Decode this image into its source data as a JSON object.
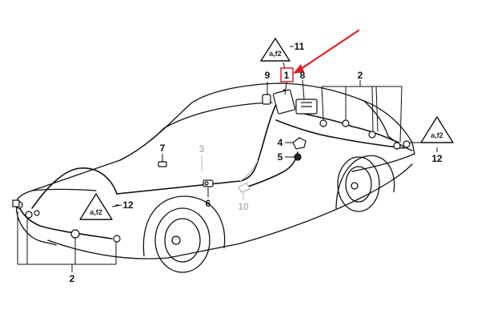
{
  "diagram": {
    "callouts": [
      {
        "id": "c1",
        "label": "1",
        "muted": false,
        "highlighted": true
      },
      {
        "id": "c2top",
        "label": "2",
        "muted": false
      },
      {
        "id": "c2bottom",
        "label": "2",
        "muted": false
      },
      {
        "id": "c3",
        "label": "3",
        "muted": true
      },
      {
        "id": "c4",
        "label": "4",
        "muted": false
      },
      {
        "id": "c5",
        "label": "5",
        "muted": false
      },
      {
        "id": "c6",
        "label": "6",
        "muted": false
      },
      {
        "id": "c7",
        "label": "7",
        "muted": false
      },
      {
        "id": "c8",
        "label": "8",
        "muted": false
      },
      {
        "id": "c9",
        "label": "9",
        "muted": false
      },
      {
        "id": "c10",
        "label": "10",
        "muted": true
      },
      {
        "id": "c11",
        "label": "11",
        "muted": false
      },
      {
        "id": "c12left",
        "label": "12",
        "muted": false
      },
      {
        "id": "c12right",
        "label": "12",
        "muted": false
      }
    ],
    "warning_sign_text": "a,f2",
    "colors": {
      "line": "#111111",
      "muted": "#b8b8b8",
      "highlight": "#e02020",
      "background": "#ffffff"
    }
  }
}
